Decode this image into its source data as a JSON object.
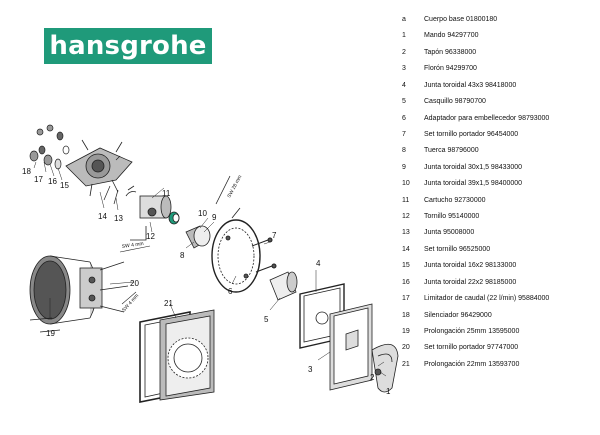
{
  "brand": {
    "name": "hansgrohe",
    "color": "#1f9a7a"
  },
  "callouts": {
    "c1": "1",
    "c2": "2",
    "c3": "3",
    "c4": "4",
    "c5": "5",
    "c6": "6",
    "c7": "7",
    "c8": "8",
    "c9": "9",
    "c10": "10",
    "c11": "11",
    "c12": "12",
    "c13": "13",
    "c14": "14",
    "c15": "15",
    "c16": "16",
    "c17": "17",
    "c18": "18",
    "c19": "19",
    "c20": "20",
    "c21": "21"
  },
  "tool_labels": {
    "sw4_a": "SW 4 mm",
    "sw4_b": "SW 4 mm",
    "sw28": "SW 28 mm"
  },
  "parts": [
    {
      "ref": "a",
      "desc": "Cuerpo base  01800180"
    },
    {
      "ref": "1",
      "desc": "Mando  94297700"
    },
    {
      "ref": "2",
      "desc": "Tapón  96338000"
    },
    {
      "ref": "3",
      "desc": "Florón  94299700"
    },
    {
      "ref": "4",
      "desc": "Junta toroidal 43x3  98418000"
    },
    {
      "ref": "5",
      "desc": "Casquillo  98790700"
    },
    {
      "ref": "6",
      "desc": "Adaptador para embellecedor  98793000"
    },
    {
      "ref": "7",
      "desc": "Set tornillo portador  96454000"
    },
    {
      "ref": "8",
      "desc": "Tuerca  98796000"
    },
    {
      "ref": "9",
      "desc": "Junta toroidal 30x1,5  98433000"
    },
    {
      "ref": "10",
      "desc": "Junta toroidal 39x1,5  98400000"
    },
    {
      "ref": "11",
      "desc": "Cartucho  92730000"
    },
    {
      "ref": "12",
      "desc": "Tornillo  95140000"
    },
    {
      "ref": "13",
      "desc": "Junta  95008000"
    },
    {
      "ref": "14",
      "desc": "Set tornillo  96525000"
    },
    {
      "ref": "15",
      "desc": "Junta toroidal 16x2  98133000"
    },
    {
      "ref": "16",
      "desc": "Junta toroidal 22x2  98185000"
    },
    {
      "ref": "17",
      "desc": "Limitador de caudal (22 l/min)  95884000"
    },
    {
      "ref": "18",
      "desc": "Silenciador  96429000"
    },
    {
      "ref": "19",
      "desc": "Prolongación 25mm  13595000"
    },
    {
      "ref": "20",
      "desc": "Set tornillo portador  97747000"
    },
    {
      "ref": "21",
      "desc": "Prolongación 22mm  13593700"
    }
  ]
}
